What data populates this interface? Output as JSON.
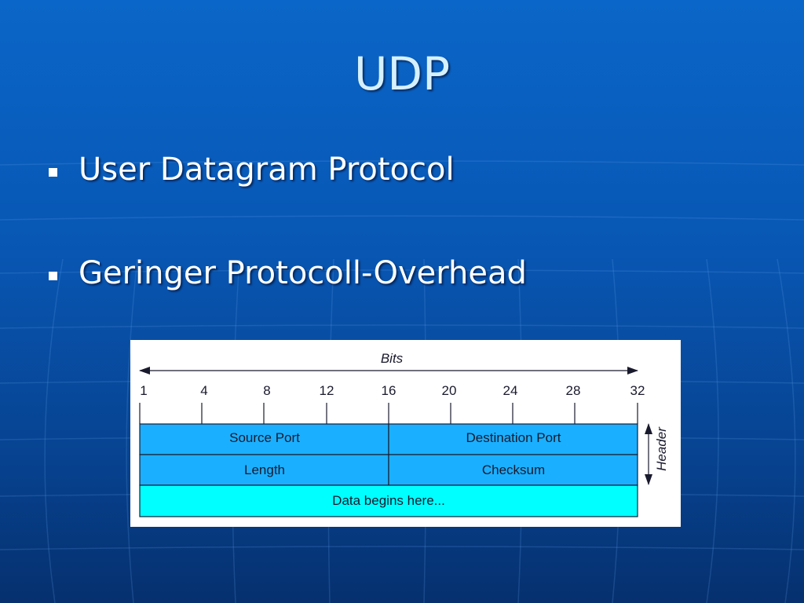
{
  "slide": {
    "title": "UDP",
    "bullets": [
      "User Datagram Protocol",
      "Geringer Protocoll-Overhead"
    ]
  },
  "diagram": {
    "bits_label": "Bits",
    "header_label": "Header",
    "ticks": [
      "1",
      "4",
      "8",
      "12",
      "16",
      "20",
      "24",
      "28",
      "32"
    ],
    "fields": {
      "source_port": "Source Port",
      "destination_port": "Destination Port",
      "length": "Length",
      "checksum": "Checksum",
      "data": "Data begins here..."
    },
    "colors": {
      "header_field": "#1ab0ff",
      "data_field": "#00ffff",
      "outline": "#1a1a2e"
    }
  }
}
